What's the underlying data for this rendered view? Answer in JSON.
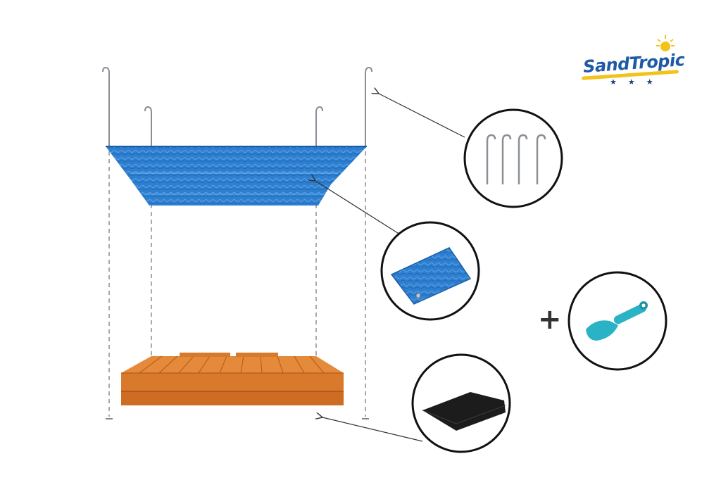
{
  "brand": {
    "name_part1": "Sand",
    "name_part2": "Tropic",
    "stars": "★★★",
    "colors": {
      "primary": "#1f5aa6",
      "accent": "#f3c21b"
    }
  },
  "plus_sign": "+",
  "items": [
    {
      "id": "pegs",
      "icon": "ground-pegs-icon",
      "count": 4
    },
    {
      "id": "tarp",
      "icon": "blue-tarp-icon"
    },
    {
      "id": "scoop",
      "icon": "toy-shovel-icon",
      "color": "#2ab3c4"
    },
    {
      "id": "liner",
      "icon": "black-liner-icon"
    }
  ],
  "colors": {
    "tarp": "#2e7fd0",
    "wood": "#d9792b",
    "liner": "#1c1c1c"
  }
}
